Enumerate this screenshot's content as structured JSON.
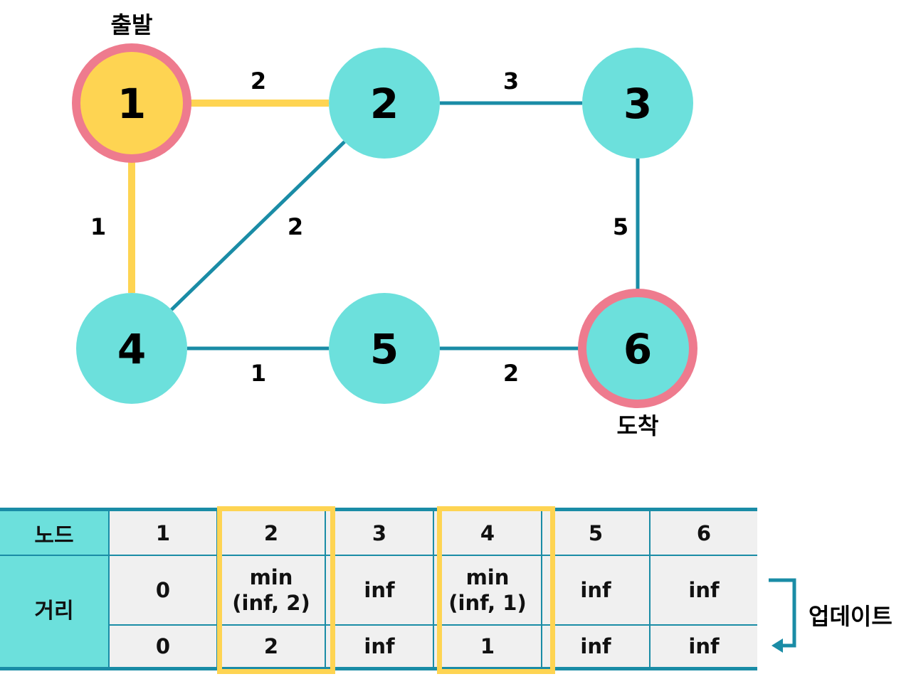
{
  "graph": {
    "start_label": "출발",
    "end_label": "도착",
    "nodes": [
      {
        "id": "1",
        "state": "start"
      },
      {
        "id": "2",
        "state": "normal"
      },
      {
        "id": "3",
        "state": "normal"
      },
      {
        "id": "4",
        "state": "normal"
      },
      {
        "id": "5",
        "state": "normal"
      },
      {
        "id": "6",
        "state": "end"
      }
    ],
    "edges": [
      {
        "from": "1",
        "to": "2",
        "weight": "2",
        "highlighted": true
      },
      {
        "from": "2",
        "to": "3",
        "weight": "3",
        "highlighted": false
      },
      {
        "from": "1",
        "to": "4",
        "weight": "1",
        "highlighted": true
      },
      {
        "from": "2",
        "to": "4",
        "weight": "2",
        "highlighted": false
      },
      {
        "from": "3",
        "to": "6",
        "weight": "5",
        "highlighted": false
      },
      {
        "from": "4",
        "to": "5",
        "weight": "1",
        "highlighted": false
      },
      {
        "from": "5",
        "to": "6",
        "weight": "2",
        "highlighted": false
      }
    ]
  },
  "table": {
    "node_header": "노드",
    "distance_header": "거리",
    "nodes": [
      "1",
      "2",
      "3",
      "4",
      "5",
      "6"
    ],
    "compare_row": [
      {
        "line1": "0",
        "line2": ""
      },
      {
        "line1": "min",
        "line2": "(inf, 2)"
      },
      {
        "line1": "inf",
        "line2": ""
      },
      {
        "line1": "min",
        "line2": "(inf, 1)"
      },
      {
        "line1": "inf",
        "line2": ""
      },
      {
        "line1": "inf",
        "line2": ""
      }
    ],
    "updated_row": [
      "0",
      "2",
      "inf",
      "1",
      "inf",
      "inf"
    ],
    "highlighted_columns": [
      "2",
      "4"
    ]
  },
  "update_label": "업데이트",
  "colors": {
    "node_fill": "#6ce0dc",
    "start_fill": "#fed452",
    "ring": "#ee7b8e",
    "edge": "#1a8ca6",
    "edge_highlight": "#fed452",
    "table_header": "#6ce0dc",
    "table_cell": "#f0f0f0"
  }
}
